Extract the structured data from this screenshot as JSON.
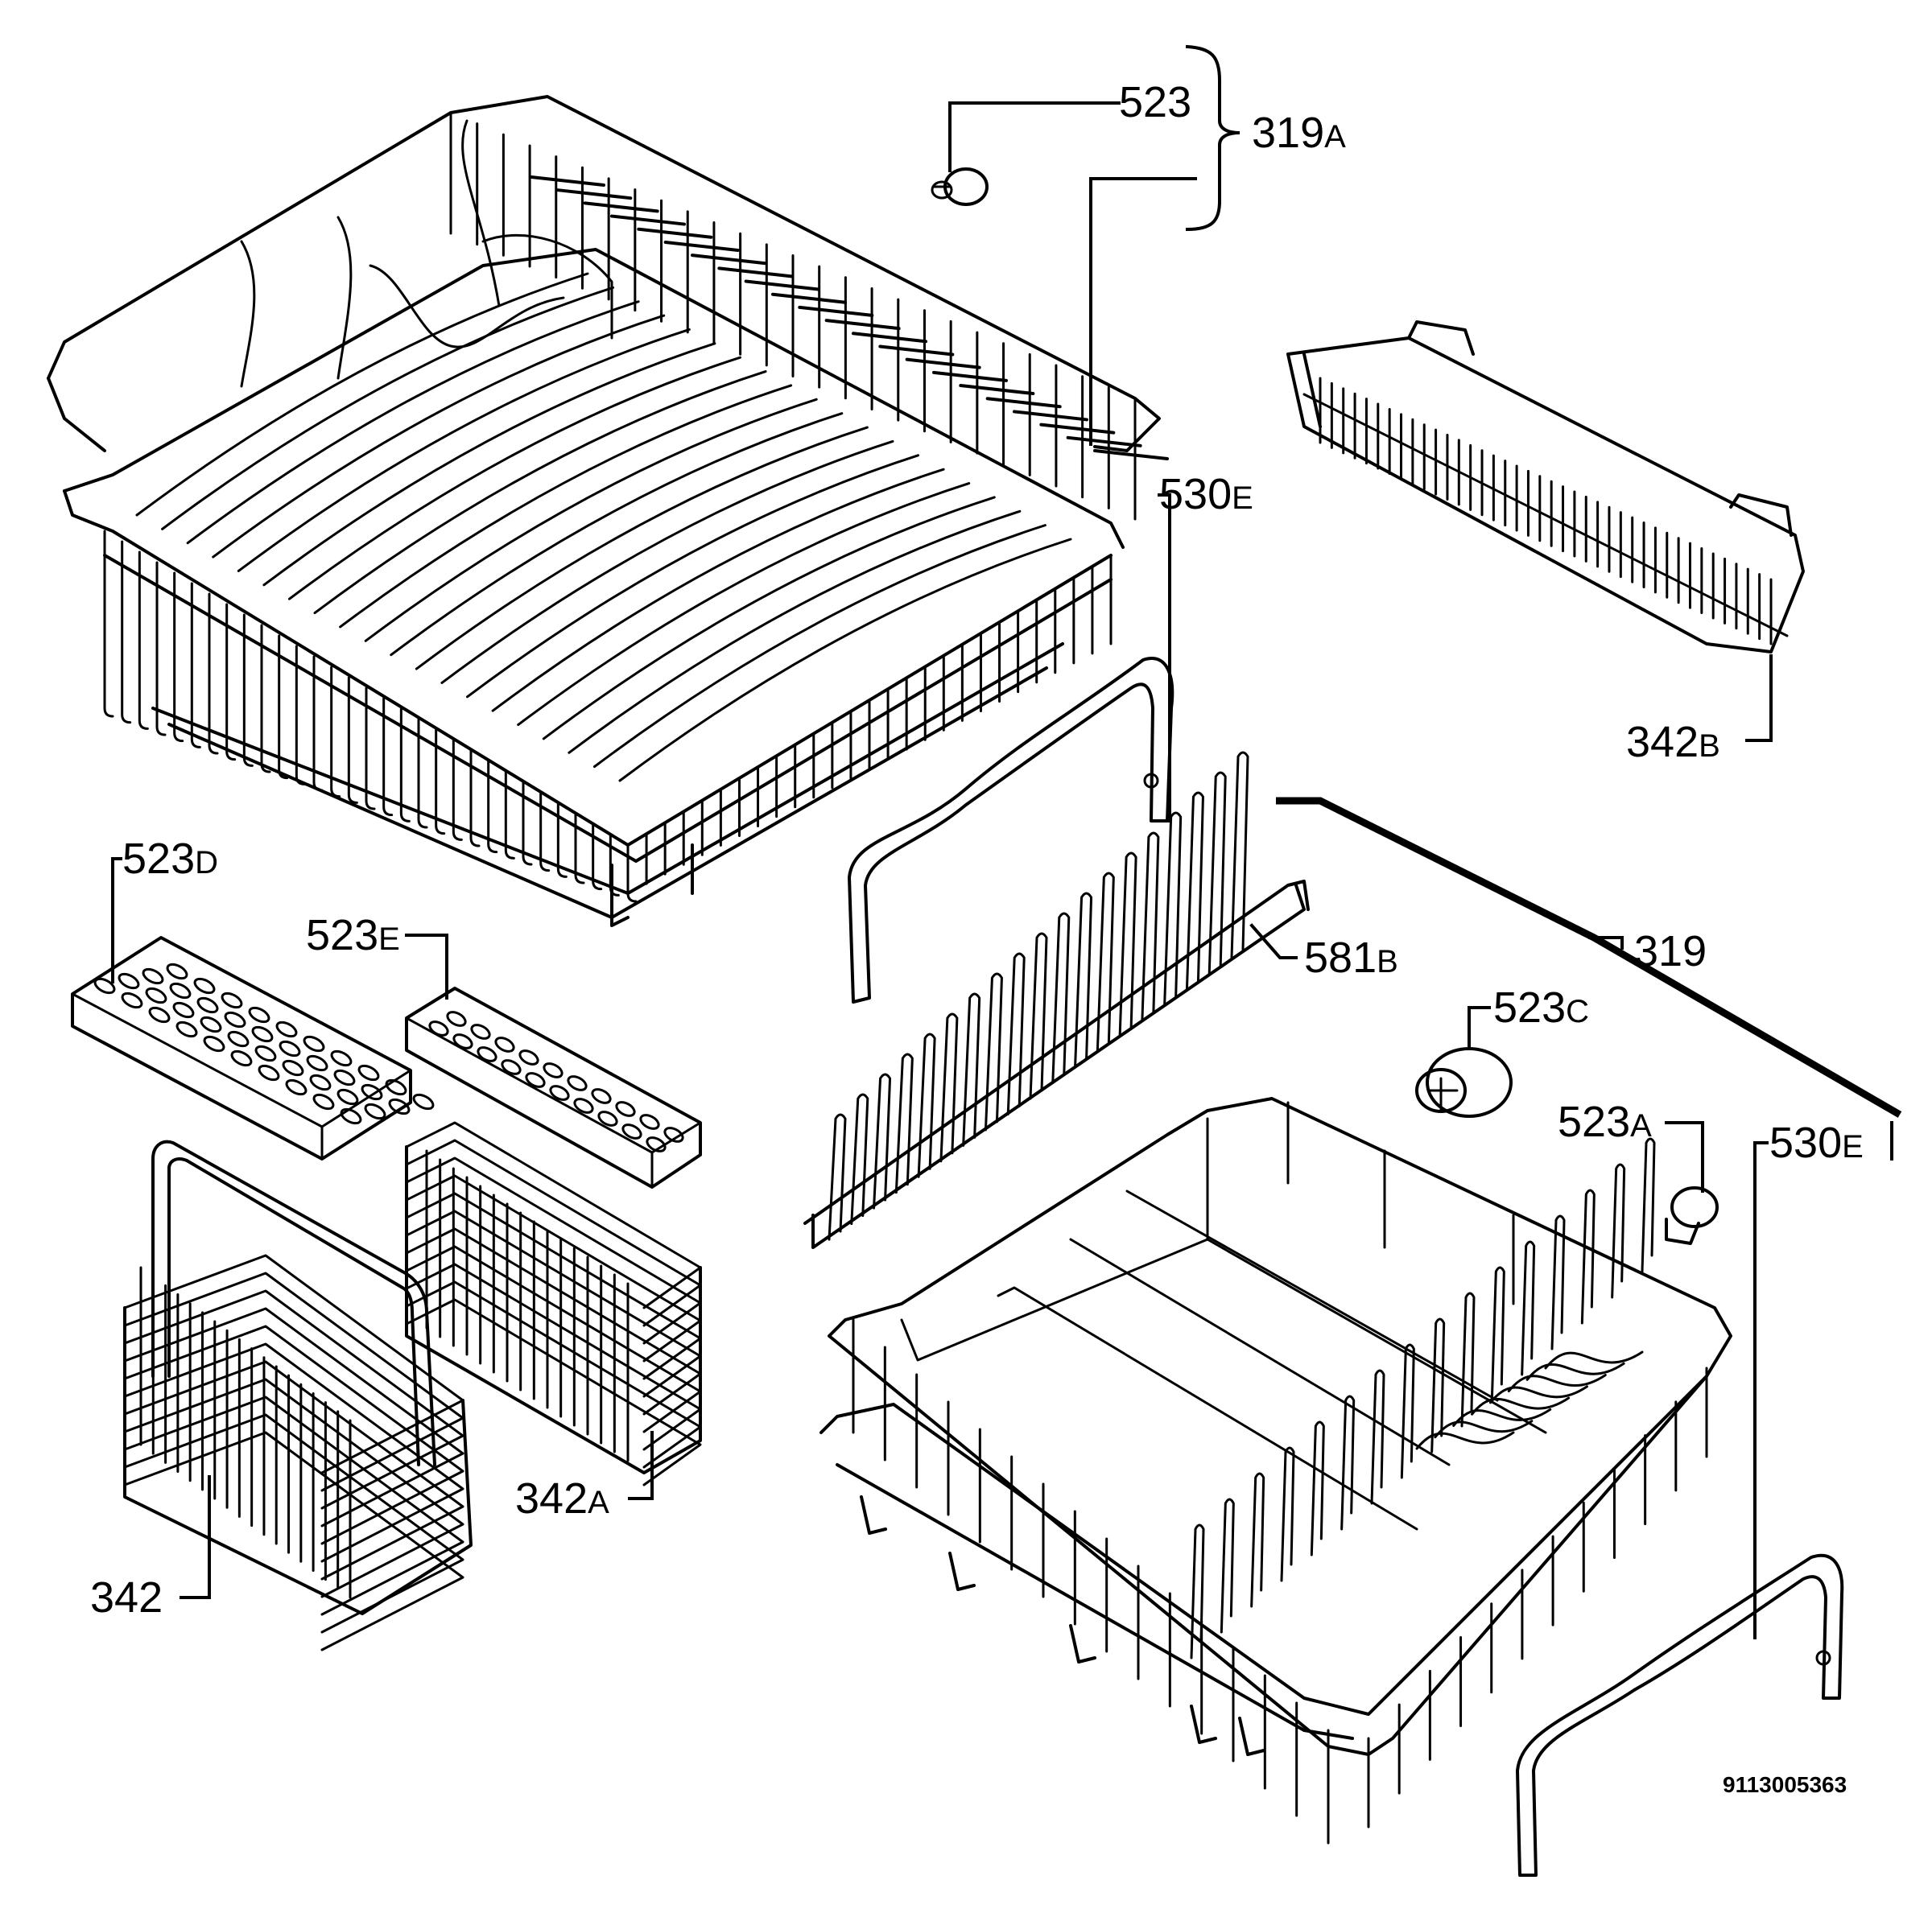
{
  "labels": {
    "p523": {
      "num": "523",
      "suffix": ""
    },
    "p319A": {
      "num": "319",
      "suffix": "A"
    },
    "p530E_top": {
      "num": "530",
      "suffix": "E"
    },
    "p342B": {
      "num": "342",
      "suffix": "B"
    },
    "p523D": {
      "num": "523",
      "suffix": "D"
    },
    "p523E": {
      "num": "523",
      "suffix": "E"
    },
    "p581B": {
      "num": "581",
      "suffix": "B"
    },
    "p319": {
      "num": "319",
      "suffix": ""
    },
    "p523C": {
      "num": "523",
      "suffix": "C"
    },
    "p523A": {
      "num": "523",
      "suffix": "A"
    },
    "p530E_right": {
      "num": "530",
      "suffix": "E"
    },
    "p342A": {
      "num": "342",
      "suffix": "A"
    },
    "p342": {
      "num": "342",
      "suffix": ""
    }
  },
  "drawing_code": "9113005363"
}
